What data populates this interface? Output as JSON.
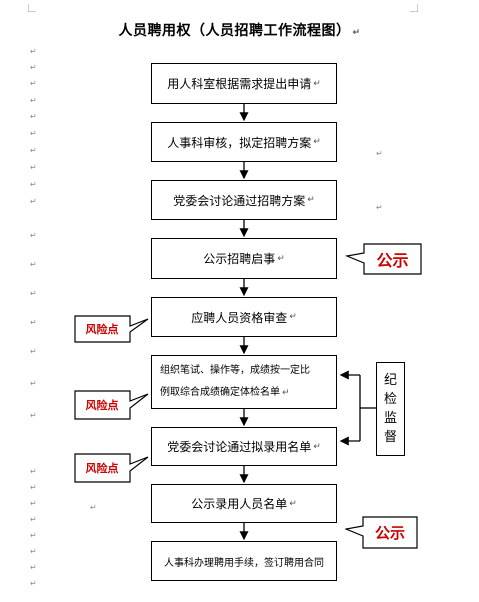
{
  "title": "人员聘用权（人员招聘工作流程图）",
  "paragraph_mark": "↵",
  "steps": [
    "用人科室根据需求提出申请",
    "人事科审核，拟定招聘方案",
    "党委会讨论通过招聘方案",
    "公示招聘启事",
    "应聘人员资格审查",
    "组织笔试、操作等，成绩按一定比",
    "例取综合成绩确定体检名单",
    "党委会讨论通过拟录用名单",
    "公示录用人员名单",
    "人事科办理聘用手续，签订聘用合同"
  ],
  "side_box": [
    "纪",
    "检",
    "监",
    "督"
  ],
  "callouts": {
    "public_1": "公示",
    "public_2": "公示",
    "risk_1": "风险点",
    "risk_2": "风险点",
    "risk_3": "风险点"
  },
  "colors": {
    "callout_red": "#cc0000",
    "line": "#000000"
  }
}
